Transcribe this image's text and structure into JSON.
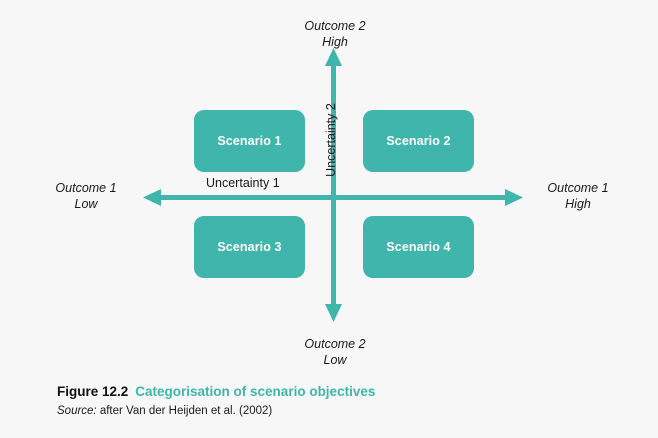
{
  "figure": {
    "background_color": "#f7f7f7",
    "accent_color": "#3fb5ab",
    "box_text_color": "#ffffff"
  },
  "axes": {
    "vertical": {
      "top_label_line1": "Outcome 2",
      "top_label_line2": "High",
      "bottom_label_line1": "Outcome 2",
      "bottom_label_line2": "Low",
      "inner_label": "Uncertainty 2"
    },
    "horizontal": {
      "left_label_line1": "Outcome 1",
      "left_label_line2": "Low",
      "right_label_line1": "Outcome 1",
      "right_label_line2": "High",
      "inner_label": "Uncertainty 1"
    }
  },
  "quadrants": [
    {
      "id": "scenario-1",
      "label": "Scenario 1",
      "position": "top-left"
    },
    {
      "id": "scenario-2",
      "label": "Scenario 2",
      "position": "top-right"
    },
    {
      "id": "scenario-3",
      "label": "Scenario 3",
      "position": "bottom-left"
    },
    {
      "id": "scenario-4",
      "label": "Scenario 4",
      "position": "bottom-right"
    }
  ],
  "caption": {
    "figure_number": "Figure 12.2",
    "title": "Categorisation of scenario objectives",
    "source_word": "Source:",
    "source_text": "after Van der Heijden et al. (2002)"
  }
}
